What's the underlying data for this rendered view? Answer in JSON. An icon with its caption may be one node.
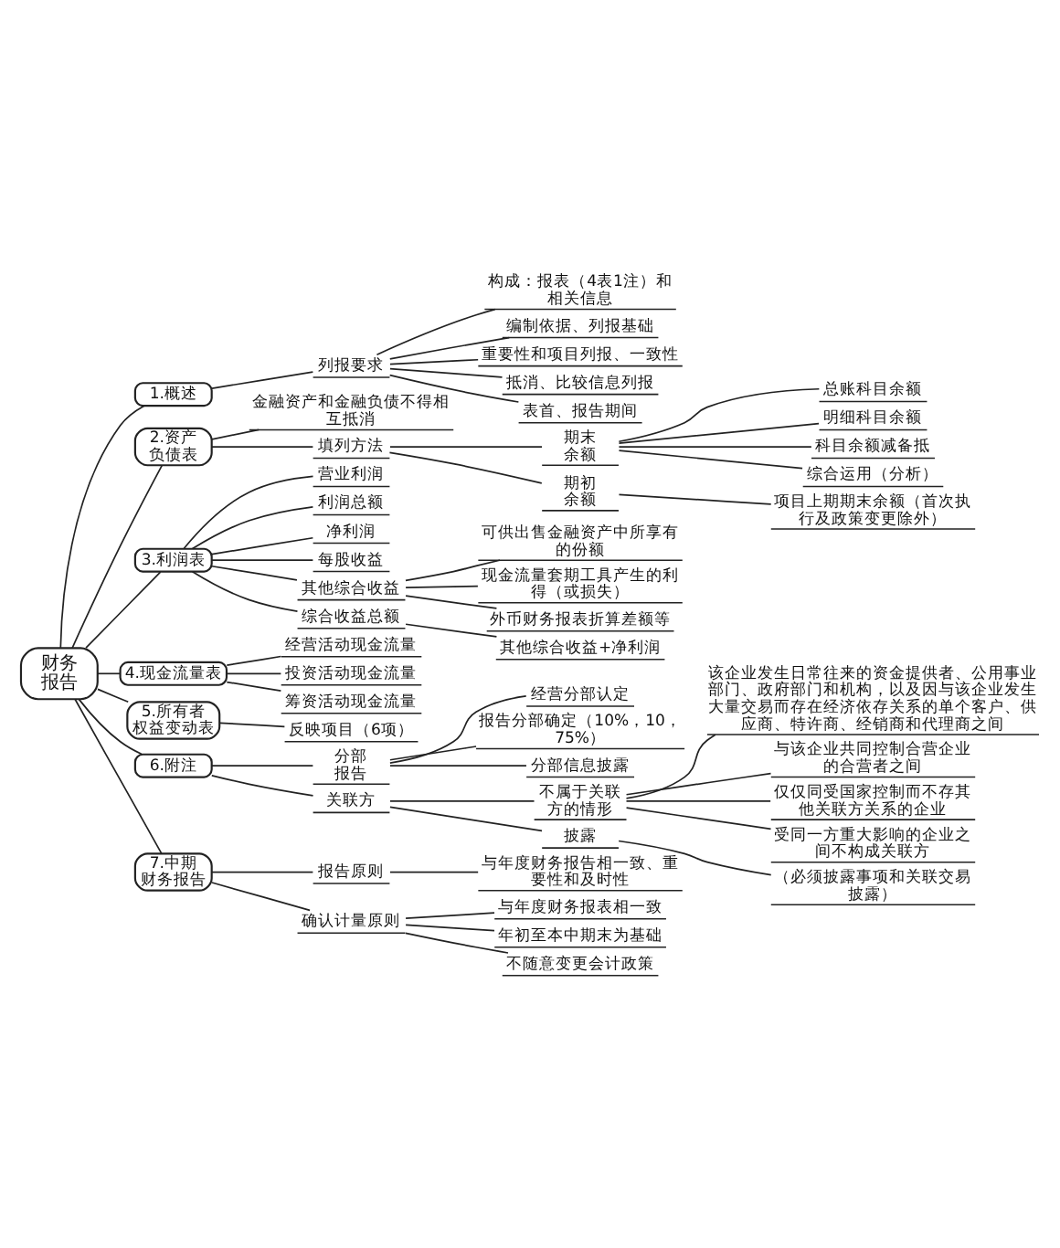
{
  "diagram": {
    "nodes": [
      {
        "text": [
          "财务报告"
        ]
      },
      {
        "text": [
          "1.概述"
        ]
      },
      {
        "text": [
          "列报要求"
        ]
      },
      {
        "text": [
          "构成：报表（4表1注）和相关信息"
        ]
      },
      {
        "text": [
          "编制依据、列报基础"
        ]
      },
      {
        "text": [
          "重要性和项目列报、一致性"
        ]
      },
      {
        "text": [
          "抵消、比较信息列报"
        ]
      },
      {
        "text": [
          "表首、报告期间"
        ]
      },
      {
        "text": [
          "2.资产负债表"
        ]
      },
      {
        "text": [
          "金融资产和金融负债不得相互抵消"
        ]
      },
      {
        "text": [
          "填列方法"
        ]
      },
      {
        "text": [
          "期末余额"
        ]
      },
      {
        "text": [
          "总账科目余额"
        ]
      },
      {
        "text": [
          "明细科目余额"
        ]
      },
      {
        "text": [
          "科目余额减备抵"
        ]
      },
      {
        "text": [
          "综合运用（分析）"
        ]
      },
      {
        "text": [
          "期初余额"
        ]
      },
      {
        "text": [
          "项目上期期末余额（首次执行及政策变更除外）"
        ]
      },
      {
        "text": [
          "3.利润表"
        ]
      },
      {
        "text": [
          "营业利润"
        ]
      },
      {
        "text": [
          "利润总额"
        ]
      },
      {
        "text": [
          "净利润"
        ]
      },
      {
        "text": [
          "每股收益"
        ]
      },
      {
        "text": [
          "其他综合收益"
        ]
      },
      {
        "text": [
          "可供出售金融资产中所享有的份额"
        ]
      },
      {
        "text": [
          "现金流量套期工具产生的利得（或损失）"
        ]
      },
      {
        "text": [
          "外币财务报表折算差额等"
        ]
      },
      {
        "text": [
          "综合收益总额"
        ]
      },
      {
        "text": [
          "其他综合收益+净利润"
        ]
      },
      {
        "text": [
          "4.现金流量表"
        ]
      },
      {
        "text": [
          "经营活动现金流量"
        ]
      },
      {
        "text": [
          "投资活动现金流量"
        ]
      },
      {
        "text": [
          "筹资活动现金流量"
        ]
      },
      {
        "text": [
          "5.所有者权益变动表"
        ]
      },
      {
        "text": [
          "反映项目（6项）"
        ]
      },
      {
        "text": [
          "6.附注"
        ]
      },
      {
        "text": [
          "分部报告"
        ]
      },
      {
        "text": [
          "经营分部认定"
        ]
      },
      {
        "text": [
          "报告分部确定（10%，10，75%）"
        ]
      },
      {
        "text": [
          "分部信息披露"
        ]
      },
      {
        "text": [
          "关联方"
        ]
      },
      {
        "text": [
          "不属于关联方的情形"
        ]
      },
      {
        "text": [
          "该企业发生日常往来的资金提供者、公用事业部门、政府部门和机构，以及因与该企业发生大量交易而存在经济依存关系的单个客户、供应商、特许商、经销商和代理商之间"
        ]
      },
      {
        "text": [
          "与该企业共同控制合营企业的合营者之间"
        ]
      },
      {
        "text": [
          "仅仅同受国家控制而不存其他关联方关系的企业"
        ]
      },
      {
        "text": [
          "受同一方重大影响的企业之间不构成关联方"
        ]
      },
      {
        "text": [
          "披露"
        ]
      },
      {
        "text": [
          "（必须披露事项和关联交易披露）"
        ]
      },
      {
        "text": [
          "7.中期财务报告"
        ]
      },
      {
        "text": [
          "报告原则"
        ]
      },
      {
        "text": [
          "与年度财务报告相一致、重要性和及时性"
        ]
      },
      {
        "text": [
          "确认计量原则"
        ]
      },
      {
        "text": [
          "与年度财务报表相一致"
        ]
      },
      {
        "text": [
          "年初至本中期末为基础"
        ]
      },
      {
        "text": [
          "不随意变更会计政策"
        ]
      }
    ],
    "edges": [
      {
        "from": 0,
        "to": 1,
        "arrow": "none"
      },
      {
        "from": 1,
        "to": 2,
        "arrow": "none"
      },
      {
        "from": 2,
        "to": 3,
        "arrow": "none"
      },
      {
        "from": 2,
        "to": 4,
        "arrow": "none"
      },
      {
        "from": 2,
        "to": 5,
        "arrow": "none"
      },
      {
        "from": 2,
        "to": 6,
        "arrow": "none"
      },
      {
        "from": 2,
        "to": 7,
        "arrow": "none"
      },
      {
        "from": 0,
        "to": 8,
        "arrow": "none"
      },
      {
        "from": 8,
        "to": 9,
        "arrow": "none"
      },
      {
        "from": 8,
        "to": 10,
        "arrow": "none"
      },
      {
        "from": 10,
        "to": 11,
        "arrow": "none"
      },
      {
        "from": 11,
        "to": 12,
        "arrow": "none"
      },
      {
        "from": 11,
        "to": 13,
        "arrow": "none"
      },
      {
        "from": 11,
        "to": 14,
        "arrow": "none"
      },
      {
        "from": 11,
        "to": 15,
        "arrow": "none"
      },
      {
        "from": 10,
        "to": 16,
        "arrow": "none"
      },
      {
        "from": 16,
        "to": 17,
        "arrow": "none"
      },
      {
        "from": 0,
        "to": 18,
        "arrow": "none"
      },
      {
        "from": 18,
        "to": 19,
        "arrow": "none"
      },
      {
        "from": 18,
        "to": 20,
        "arrow": "none"
      },
      {
        "from": 18,
        "to": 21,
        "arrow": "none"
      },
      {
        "from": 18,
        "to": 22,
        "arrow": "none"
      },
      {
        "from": 18,
        "to": 23,
        "arrow": "none"
      },
      {
        "from": 23,
        "to": 24,
        "arrow": "none"
      },
      {
        "from": 23,
        "to": 25,
        "arrow": "none"
      },
      {
        "from": 23,
        "to": 26,
        "arrow": "none"
      },
      {
        "from": 18,
        "to": 27,
        "arrow": "none"
      },
      {
        "from": 27,
        "to": 28,
        "arrow": "none"
      },
      {
        "from": 0,
        "to": 29,
        "arrow": "none"
      },
      {
        "from": 29,
        "to": 30,
        "arrow": "none"
      },
      {
        "from": 29,
        "to": 31,
        "arrow": "none"
      },
      {
        "from": 29,
        "to": 32,
        "arrow": "none"
      },
      {
        "from": 0,
        "to": 33,
        "arrow": "none"
      },
      {
        "from": 33,
        "to": 34,
        "arrow": "none"
      },
      {
        "from": 0,
        "to": 35,
        "arrow": "none"
      },
      {
        "from": 35,
        "to": 36,
        "arrow": "none"
      },
      {
        "from": 36,
        "to": 37,
        "arrow": "none"
      },
      {
        "from": 36,
        "to": 38,
        "arrow": "none"
      },
      {
        "from": 36,
        "to": 39,
        "arrow": "none"
      },
      {
        "from": 35,
        "to": 40,
        "arrow": "none"
      },
      {
        "from": 40,
        "to": 41,
        "arrow": "none"
      },
      {
        "from": 41,
        "to": 42,
        "arrow": "none"
      },
      {
        "from": 41,
        "to": 43,
        "arrow": "none"
      },
      {
        "from": 41,
        "to": 44,
        "arrow": "none"
      },
      {
        "from": 41,
        "to": 45,
        "arrow": "none"
      },
      {
        "from": 40,
        "to": 46,
        "arrow": "none"
      },
      {
        "from": 46,
        "to": 47,
        "arrow": "none"
      },
      {
        "from": 0,
        "to": 48,
        "arrow": "none"
      },
      {
        "from": 48,
        "to": 49,
        "arrow": "none"
      },
      {
        "from": 49,
        "to": 50,
        "arrow": "none"
      },
      {
        "from": 48,
        "to": 51,
        "arrow": "none"
      },
      {
        "from": 51,
        "to": 52,
        "arrow": "none"
      },
      {
        "from": 51,
        "to": 53,
        "arrow": "none"
      },
      {
        "from": 51,
        "to": 54,
        "arrow": "none"
      }
    ]
  }
}
